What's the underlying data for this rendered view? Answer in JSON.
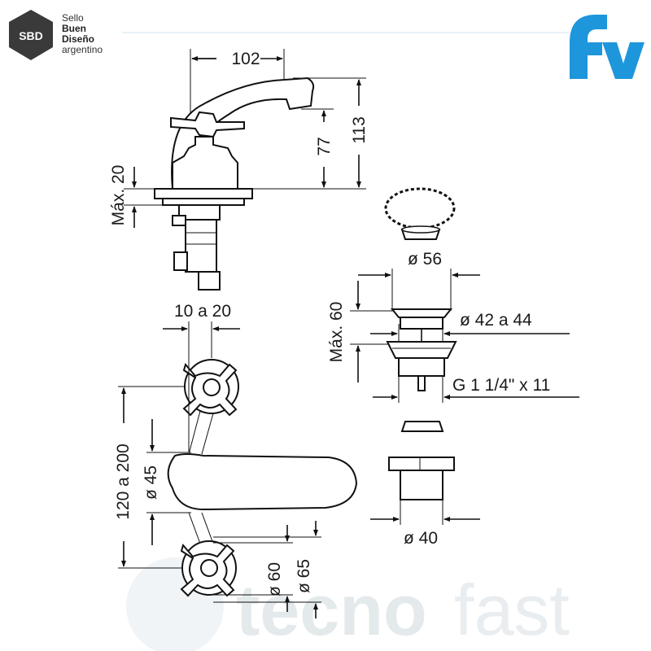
{
  "brand": {
    "sbd_badge": "SBD",
    "sbd_lines": [
      "Sello",
      "Buen",
      "Diseño",
      "argentino"
    ],
    "fv_logo": "fv",
    "fv_color": "#1e96dc",
    "watermark_bold": "tecno",
    "watermark_light": "fast"
  },
  "dimensions": {
    "spout_reach": "102",
    "total_height": "113",
    "spout_height": "77",
    "max_deck": "Máx. 20",
    "handle_offset": "10 a 20",
    "centers": "120 a 200",
    "base_dia": "ø 45",
    "handle_dia_60": "ø 60",
    "handle_dia_65": "ø 65",
    "plug_dia": "ø 56",
    "drain_max": "Máx. 60",
    "drain_dia": "ø 42 a 44",
    "thread": "G 1 1/4\" x 11",
    "nut_dia": "ø 40"
  },
  "icons": [
    "hexagon-badge-icon",
    "fv-logo-icon",
    "chain-plug-icon"
  ]
}
